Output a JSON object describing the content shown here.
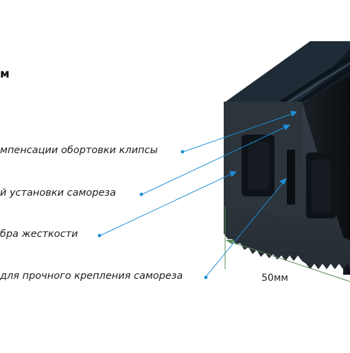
{
  "heading": "м",
  "annotations": [
    {
      "text": "мпенсации обортовки клипсы"
    },
    {
      "text": "й установки самореза"
    },
    {
      "text": "бра жесткости"
    },
    {
      "text": "для прочного крепления самореза"
    }
  ],
  "dimension": {
    "label": "50мм"
  },
  "colors": {
    "profile_face": "#2b333b",
    "profile_top": "#1a2530",
    "profile_side": "#101418",
    "pointer_line": "#1e90d8",
    "dimension_line": "#5a8a5a"
  }
}
